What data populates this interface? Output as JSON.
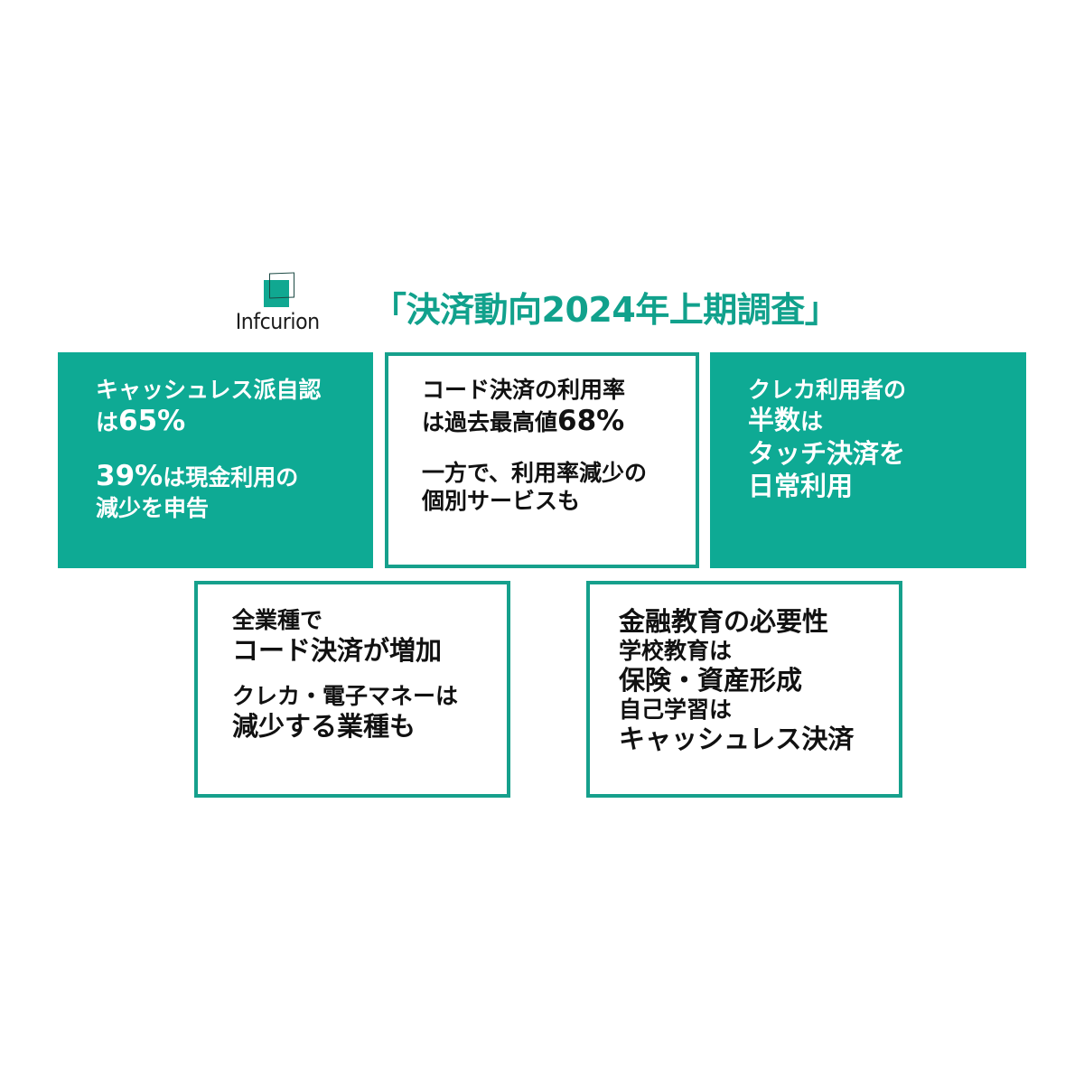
{
  "brand": {
    "logo_text": "Infcurion",
    "accent_color": "#0eaa94"
  },
  "header": {
    "title": "「決済動向2024年上期調査」"
  },
  "cards": [
    {
      "style": "filled",
      "lines": {
        "l1": "キャッシュレス派自認",
        "l2_prefix": "は",
        "l2_num": "65%",
        "l3_num": "39%",
        "l3_suffix": "は現金利用の",
        "l4": "減少を申告"
      }
    },
    {
      "style": "outlined",
      "lines": {
        "l1": "コード決済の利用率",
        "l2_prefix": "は過去最高値",
        "l2_num": "68%",
        "l3": "一方で、利用率減少の",
        "l4": "個別サービスも"
      }
    },
    {
      "style": "filled",
      "lines": {
        "l1": "クレカ利用者の",
        "l2_main": "半数",
        "l2_suffix": "は",
        "l3": "タッチ決済を",
        "l4": "日常利用"
      }
    },
    {
      "style": "outlined",
      "lines": {
        "l1": "全業種で",
        "l2": "コード決済が増加",
        "l3": "クレカ・電子マネーは",
        "l4": "減少する業種も"
      }
    },
    {
      "style": "outlined",
      "lines": {
        "l1": "金融教育の必要性",
        "l2": "学校教育は",
        "l3": "保険・資産形成",
        "l4": "自己学習は",
        "l5": "キャッシュレス決済"
      }
    }
  ]
}
